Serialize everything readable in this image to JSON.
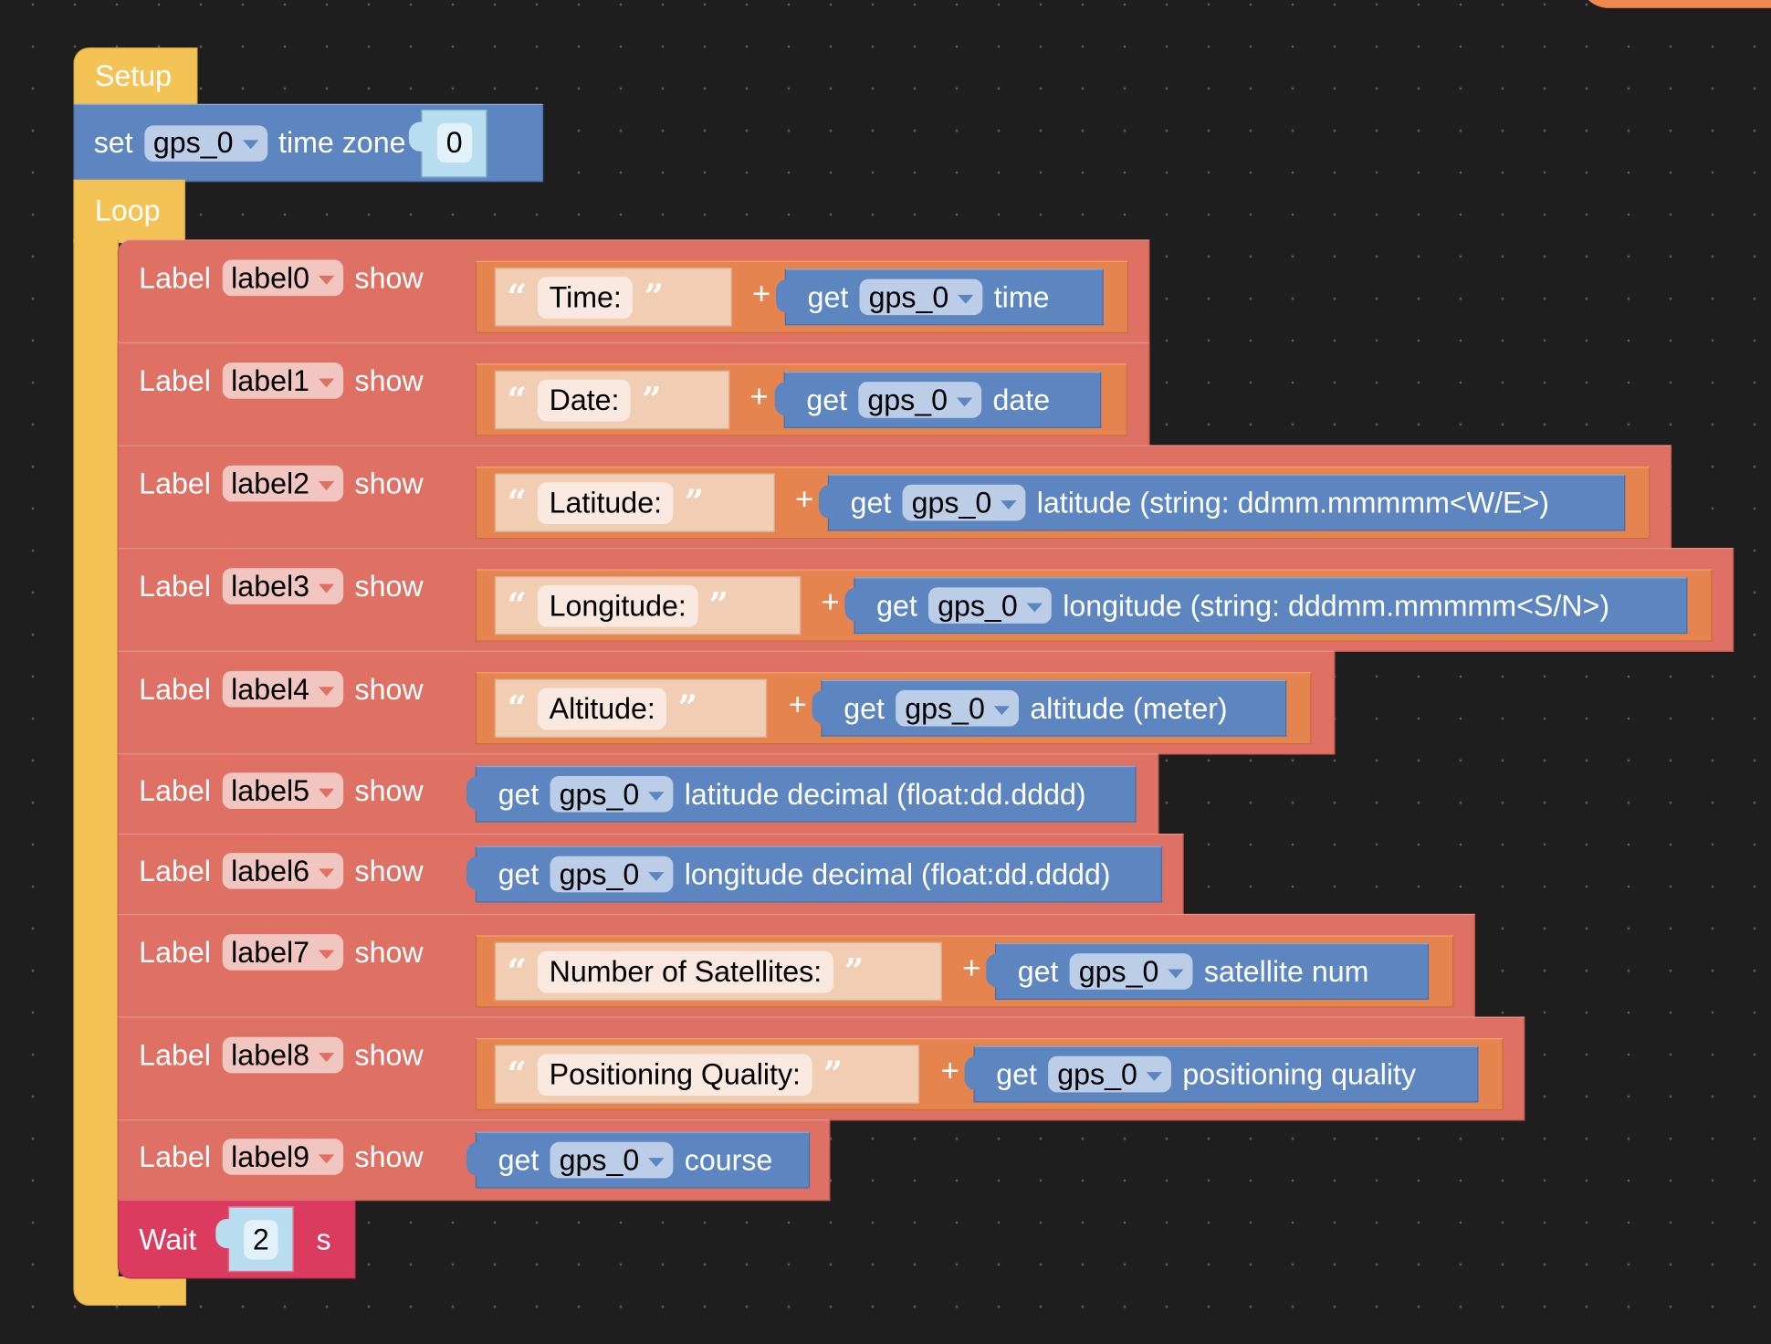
{
  "workspace": {
    "background": "#1e1e1e",
    "grid": "dotted"
  },
  "colors": {
    "event_yellow": "#f3c455",
    "gps_blue": "#5d86c1",
    "label_red": "#de7064",
    "text_orange": "#e5844f",
    "text_block": "#f1cdb3",
    "wait_pink": "#dc3b60",
    "number_socket": "#b8ddef"
  },
  "setup": {
    "label": "Setup",
    "blocks": [
      {
        "verb": "set",
        "device": "gps_0",
        "property": "time zone",
        "value": "0"
      }
    ]
  },
  "loop": {
    "label": "Loop",
    "rows": [
      {
        "prefix": "Label",
        "label": "label0",
        "action": "show",
        "text": "Time:",
        "join": "+",
        "get": "get",
        "device": "gps_0",
        "property": "time"
      },
      {
        "prefix": "Label",
        "label": "label1",
        "action": "show",
        "text": "Date:",
        "join": "+",
        "get": "get",
        "device": "gps_0",
        "property": "date"
      },
      {
        "prefix": "Label",
        "label": "label2",
        "action": "show",
        "text": "Latitude:",
        "join": "+",
        "get": "get",
        "device": "gps_0",
        "property": "latitude (string: ddmm.mmmmm<W/E>)"
      },
      {
        "prefix": "Label",
        "label": "label3",
        "action": "show",
        "text": "Longitude:",
        "join": "+",
        "get": "get",
        "device": "gps_0",
        "property": "longitude (string: dddmm.mmmmm<S/N>)"
      },
      {
        "prefix": "Label",
        "label": "label4",
        "action": "show",
        "text": "Altitude:",
        "join": "+",
        "get": "get",
        "device": "gps_0",
        "property": "altitude (meter)"
      },
      {
        "prefix": "Label",
        "label": "label5",
        "action": "show",
        "get": "get",
        "device": "gps_0",
        "property": "latitude decimal (float:dd.dddd)"
      },
      {
        "prefix": "Label",
        "label": "label6",
        "action": "show",
        "get": "get",
        "device": "gps_0",
        "property": "longitude decimal (float:dd.dddd)"
      },
      {
        "prefix": "Label",
        "label": "label7",
        "action": "show",
        "text": "Number of Satellites:",
        "join": "+",
        "get": "get",
        "device": "gps_0",
        "property": "satellite num"
      },
      {
        "prefix": "Label",
        "label": "label8",
        "action": "show",
        "text": "Positioning Quality:",
        "join": "+",
        "get": "get",
        "device": "gps_0",
        "property": "positioning quality"
      },
      {
        "prefix": "Label",
        "label": "label9",
        "action": "show",
        "get": "get",
        "device": "gps_0",
        "property": "course"
      }
    ],
    "wait": {
      "label": "Wait",
      "value": "2",
      "unit": "s"
    }
  },
  "quotes": {
    "open": "“",
    "close": "”"
  }
}
